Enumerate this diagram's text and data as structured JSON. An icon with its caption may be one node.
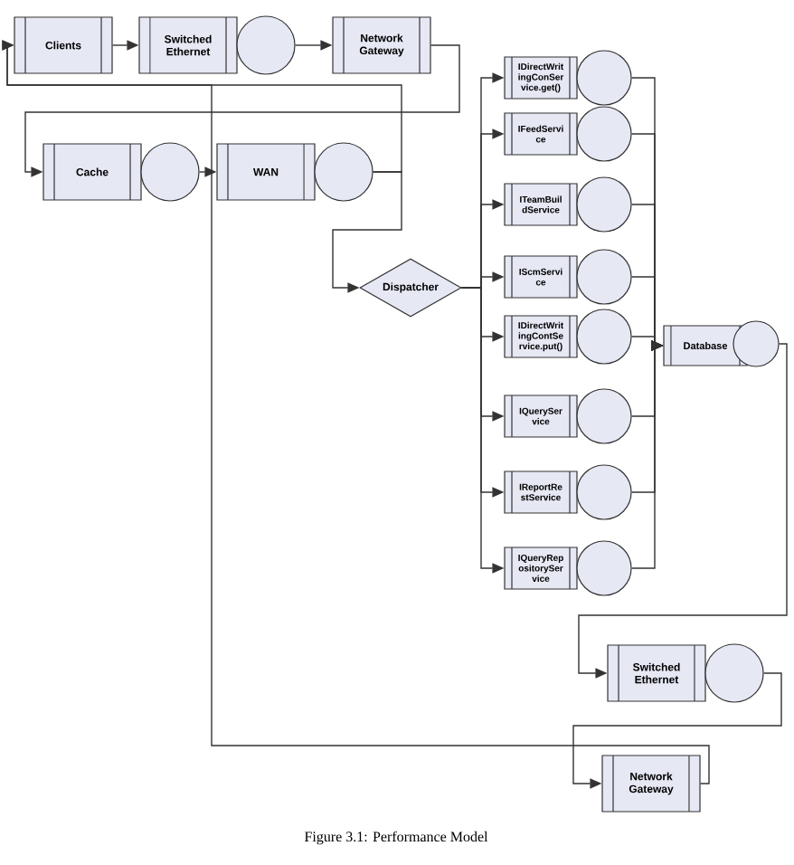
{
  "diagram": {
    "caption": "Figure 3.1: Performance Model",
    "nodes": [
      {
        "text": [
          "Clients"
        ]
      },
      {
        "text": [
          "Switched Ethernet"
        ]
      },
      {
        "text": [],
        "shape": "circle"
      },
      {
        "text": [
          "Network Gateway"
        ]
      },
      {
        "text": [
          "Cache"
        ]
      },
      {
        "text": [],
        "shape": "circle"
      },
      {
        "text": [
          "WAN"
        ]
      },
      {
        "text": [],
        "shape": "circle"
      },
      {
        "text": [
          "Dispatcher"
        ]
      },
      {
        "text": [
          "IDirectWrit ingConSer vice.get()"
        ]
      },
      {
        "text": [],
        "shape": "circle"
      },
      {
        "text": [
          "IFeedServi ce"
        ]
      },
      {
        "text": [],
        "shape": "circle"
      },
      {
        "text": [
          "ITeamBuil dService"
        ]
      },
      {
        "text": [],
        "shape": "circle"
      },
      {
        "text": [
          "IScmServi ce"
        ]
      },
      {
        "text": [],
        "shape": "circle"
      },
      {
        "text": [
          "IDirectWrit ingContSe rvice.put()"
        ]
      },
      {
        "text": [],
        "shape": "circle"
      },
      {
        "text": [
          "IQuerySer vice"
        ]
      },
      {
        "text": [],
        "shape": "circle"
      },
      {
        "text": [
          "IReportRe stService"
        ]
      },
      {
        "text": [],
        "shape": "circle"
      },
      {
        "text": [
          "IQueryRep ositorySer vice"
        ]
      },
      {
        "text": [],
        "shape": "circle"
      },
      {
        "text": [
          "Database"
        ]
      },
      {
        "text": [],
        "shape": "circle"
      },
      {
        "text": [
          "Switched Ethernet"
        ]
      },
      {
        "text": [],
        "shape": "circle"
      },
      {
        "text": [
          "Network Gateway"
        ]
      }
    ],
    "edges": [
      {
        "from": 0,
        "to": 1,
        "arrow": "to"
      },
      {
        "from": 2,
        "to": 3,
        "arrow": "to"
      },
      {
        "from": 3,
        "to": 4,
        "arrow": "to"
      },
      {
        "from": 5,
        "to": 6,
        "arrow": "to"
      },
      {
        "from": 7,
        "to": 0,
        "arrow": "to"
      },
      {
        "from": 7,
        "to": 8,
        "arrow": "to"
      },
      {
        "from": 8,
        "to": 9,
        "arrow": "to"
      },
      {
        "from": 8,
        "to": 11,
        "arrow": "to"
      },
      {
        "from": 8,
        "to": 13,
        "arrow": "to"
      },
      {
        "from": 8,
        "to": 15,
        "arrow": "to"
      },
      {
        "from": 8,
        "to": 17,
        "arrow": "to"
      },
      {
        "from": 8,
        "to": 19,
        "arrow": "to"
      },
      {
        "from": 8,
        "to": 21,
        "arrow": "to"
      },
      {
        "from": 8,
        "to": 23,
        "arrow": "to"
      },
      {
        "from": 10,
        "to": 25,
        "arrow": "to"
      },
      {
        "from": 12,
        "to": 25,
        "arrow": "to"
      },
      {
        "from": 14,
        "to": 25,
        "arrow": "to"
      },
      {
        "from": 16,
        "to": 25,
        "arrow": "to"
      },
      {
        "from": 18,
        "to": 25,
        "arrow": "to"
      },
      {
        "from": 20,
        "to": 25,
        "arrow": "to"
      },
      {
        "from": 22,
        "to": 25,
        "arrow": "to"
      },
      {
        "from": 24,
        "to": 25,
        "arrow": "to"
      },
      {
        "from": 26,
        "to": 27,
        "arrow": "to"
      },
      {
        "from": 28,
        "to": 29,
        "arrow": "to"
      },
      {
        "from": 29,
        "to": 0,
        "arrow": "to"
      }
    ]
  }
}
